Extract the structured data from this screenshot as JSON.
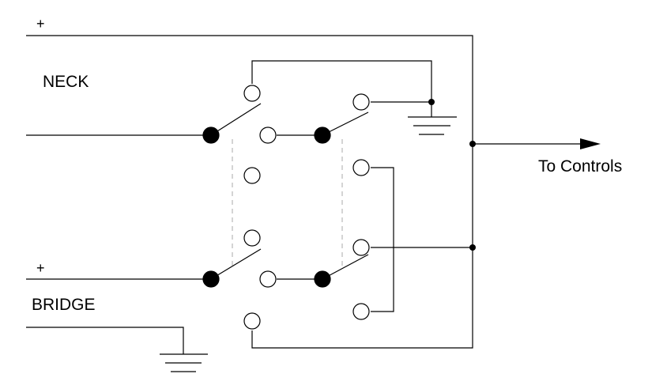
{
  "labels": {
    "neck": "NECK",
    "bridge": "BRIDGE",
    "to_controls": "To Controls",
    "plus_top": "+",
    "plus_bottom": "+"
  },
  "colors": {
    "line": "#000000",
    "mechanical_link": "#a9a9a9",
    "background": "#ffffff"
  },
  "components": {
    "switch_poles": 4,
    "ground_symbols": 2,
    "output_arrow": "arrow-right-icon"
  }
}
